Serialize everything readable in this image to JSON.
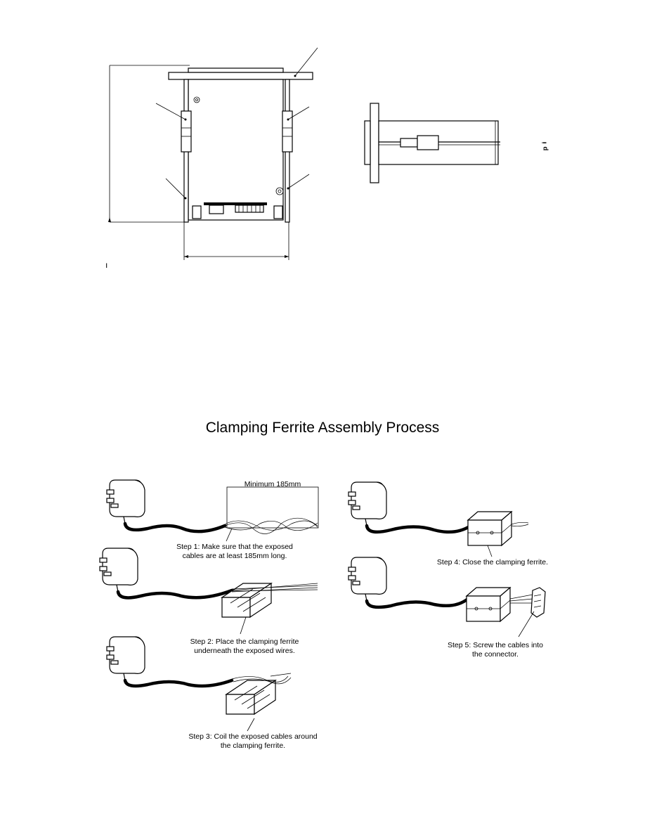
{
  "mechanical_drawing": {
    "side_view_glyph": "ᵖ ⁱ",
    "corner_glyph": "ı"
  },
  "ferrite_section": {
    "title": "Clamping Ferrite Assembly Process",
    "dimension_label": "Minimum 185mm",
    "steps": [
      {
        "line1": "Step 1: Make sure that the exposed",
        "line2": "cables are at least 185mm long."
      },
      {
        "line1": "Step 2: Place the clamping ferrite",
        "line2": "underneath the exposed wires."
      },
      {
        "line1": "Step 3: Coil the exposed cables around",
        "line2": "the clamping ferrite."
      },
      {
        "line1": "Step 4: Close the clamping ferrite.",
        "line2": ""
      },
      {
        "line1": "Step 5: Screw the cables into",
        "line2": "the connector."
      }
    ]
  }
}
